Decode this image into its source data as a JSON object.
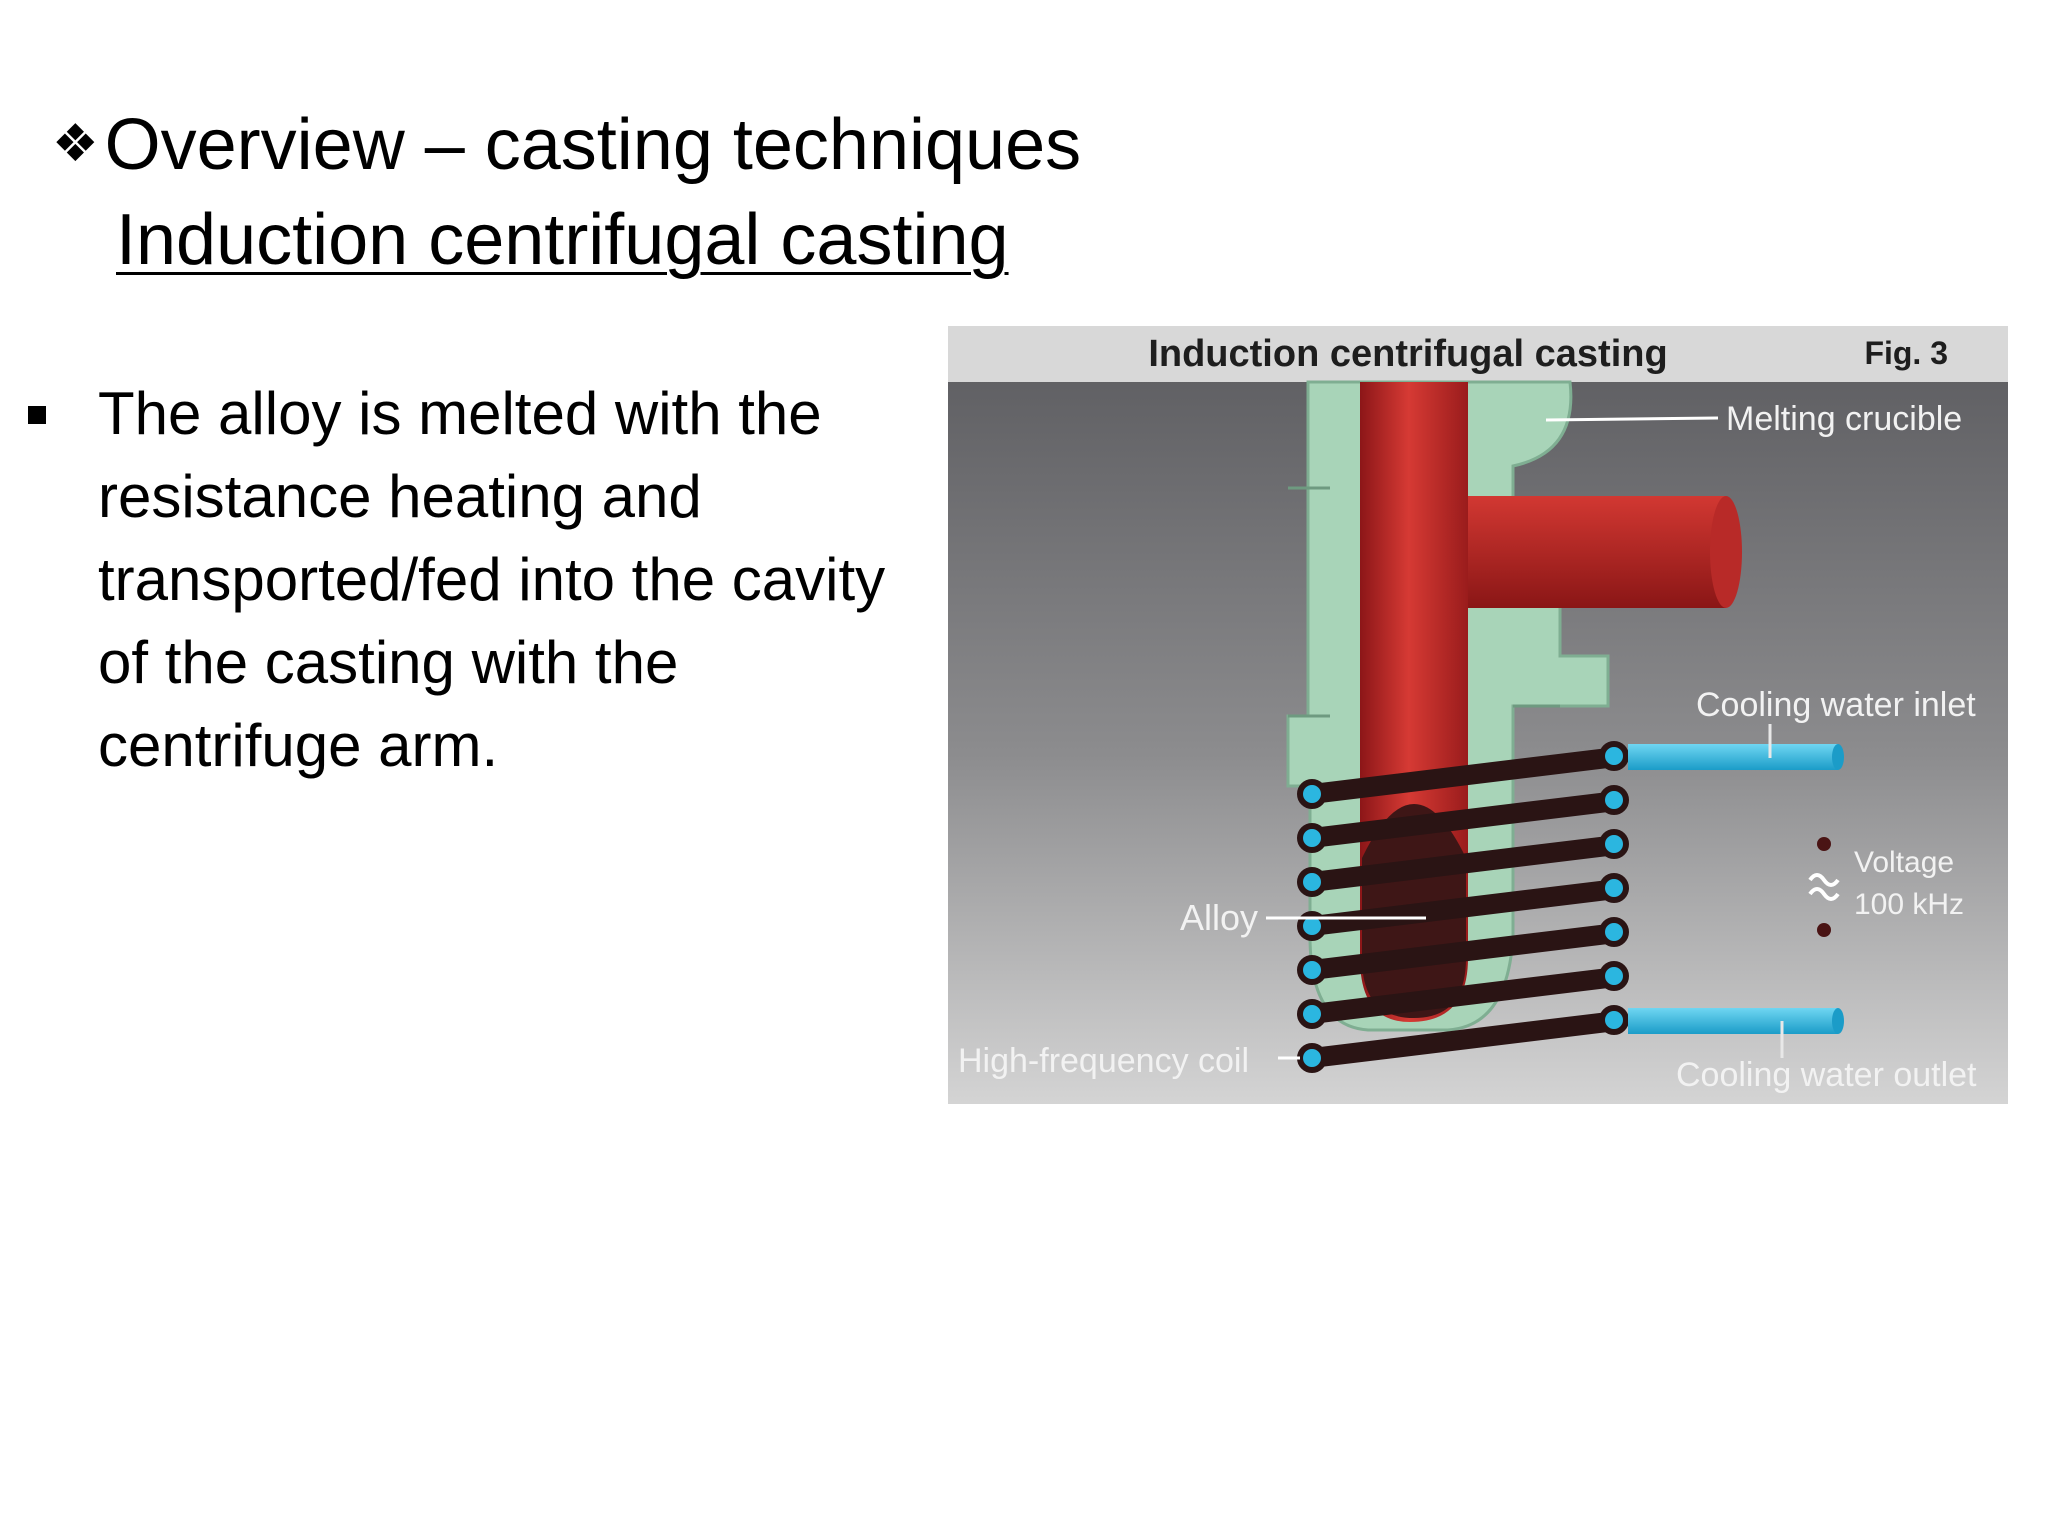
{
  "slide": {
    "bullet_glyph": "❖",
    "title": "Overview – casting techniques",
    "subtitle": "Induction centrifugal casting",
    "body": "The alloy is melted with the resistance heating and transported/fed into the cavity of the casting with the centrifuge arm."
  },
  "figure": {
    "header_title": "Induction centrifugal casting",
    "fig_label": "Fig. 3",
    "labels": {
      "melting_crucible": "Melting crucible",
      "cooling_water_inlet": "Cooling water inlet",
      "voltage": "Voltage",
      "frequency": "100 kHz",
      "alloy": "Alloy",
      "high_frequency_coil": "High-frequency coil",
      "cooling_water_outlet": "Cooling water outlet"
    },
    "colors": {
      "crucible_red": "#c0282a",
      "alloy_dark": "#3e1616",
      "insulation_green": "#a8d4b8",
      "water_pipe_blue": "#2bb6e0",
      "coil_dark": "#2a1414"
    }
  }
}
